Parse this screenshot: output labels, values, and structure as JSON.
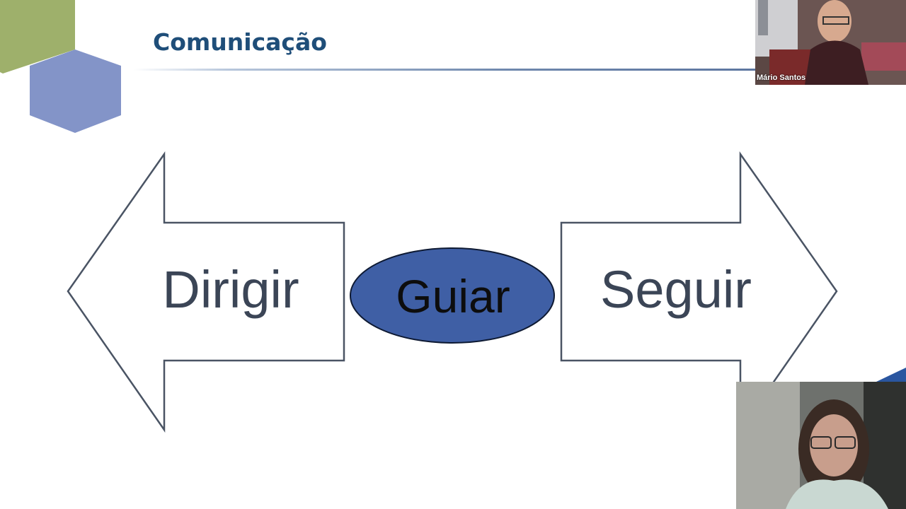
{
  "slide": {
    "title": "Comunicação",
    "diagram": {
      "left_arrow_label": "Dirigir",
      "center_label": "Guiar",
      "right_arrow_label": "Seguir"
    }
  },
  "participants": [
    {
      "name": "Mário Santos"
    },
    {
      "name": ""
    }
  ],
  "colors": {
    "title": "#1f4e79",
    "hexagon_green": "#9eb06b",
    "hexagon_blue": "#8394c8",
    "ellipse_fill": "#3f5fa5",
    "arrow_stroke": "#4a5464",
    "corner_accent": "#2a56a0"
  }
}
